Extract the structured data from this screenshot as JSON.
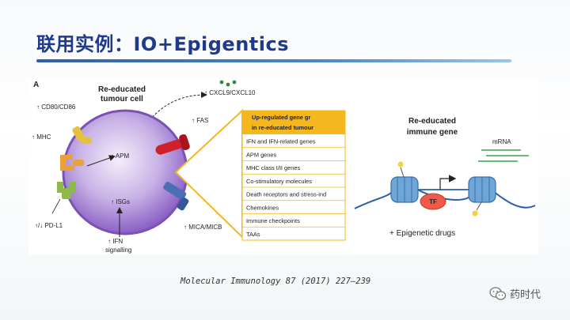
{
  "slide": {
    "title": "联用实例：IO+Epigentics",
    "citation": "Molecular Immunology 87 (2017) 227–239",
    "watermark": "药时代"
  },
  "figure": {
    "panel_label": "A",
    "cell_title_line1": "Re-educated",
    "cell_title_line2": "tumour cell",
    "chemokine_label": "↑ CXCL9/CXCL10",
    "labels": {
      "cd80": "↑ CD80/CD86",
      "mhc": "↑ MHC",
      "pdl1": "↑/↓ PD-L1",
      "fas": "↑ FAS",
      "apm": "↑ APM",
      "isgs": "↑ ISGs",
      "mica": "↑ MICA/MICB",
      "ifn1": "↑ IFN",
      "ifn2": "signalling"
    },
    "table": {
      "header1": "Up-regulated gene gr",
      "header2": "in re-educated tumour",
      "rows": [
        "IFN and IFN-related genes",
        "APM genes",
        "MHC class I/II genes",
        "Co-stimulatory molecules",
        "Death receptors and stress-ind",
        "Chemokines",
        "Immune checkpoints",
        "TAAs"
      ]
    },
    "gene_panel": {
      "title1": "Re-educated",
      "title2": "immune gene",
      "mrna": "mRNA",
      "tf": "TF",
      "drugs": "+ Epigenetic drugs"
    },
    "colors": {
      "cell_fill": "#8a5fc4",
      "header_yellow": "#f5b71e",
      "cd80": "#e5c23e",
      "mhc": "#e8a23a",
      "pdl1": "#8dbb4a",
      "fas": "#d0202a",
      "mica": "#4a6fb3",
      "chemokine": "#2e8b3c",
      "tf": "#f05a4a",
      "nucleosome": "#6fa6d8"
    }
  }
}
